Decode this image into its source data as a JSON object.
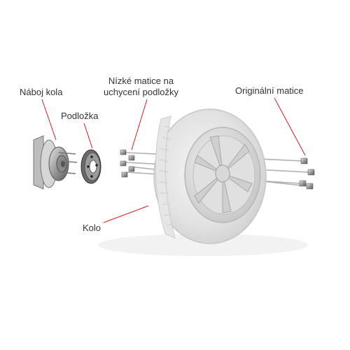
{
  "labels": {
    "hub": "Náboj kola",
    "spacer": "Podložka",
    "low_nuts_line1": "Nízké matice na",
    "low_nuts_line2": "uchycení podložky",
    "original_nuts": "Originální matice",
    "wheel": "Kolo"
  },
  "colors": {
    "label_text": "#333333",
    "leader_line": "#d02020",
    "tire": "#dcdcdc",
    "rim": "#c8c8c8"
  }
}
